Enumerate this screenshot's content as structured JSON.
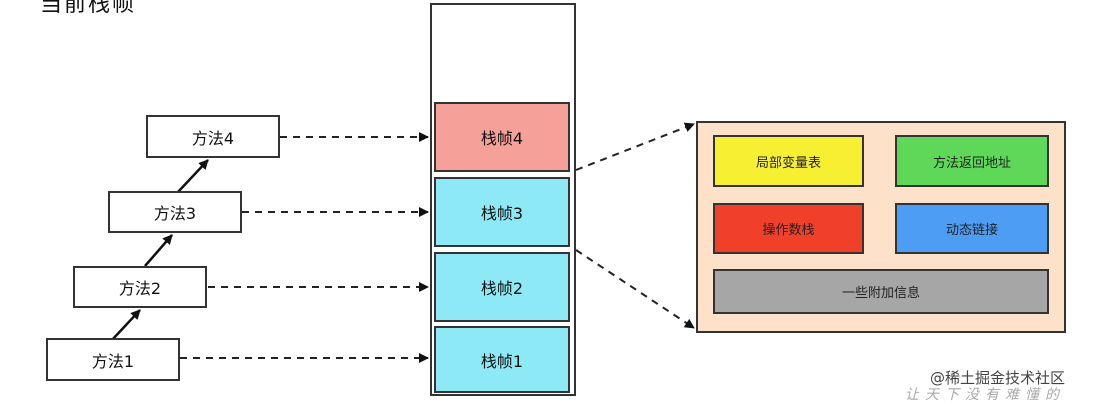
{
  "header_cut_text": "当前栈帧",
  "methods": [
    {
      "label": "方法1"
    },
    {
      "label": "方法2"
    },
    {
      "label": "方法3"
    },
    {
      "label": "方法4"
    }
  ],
  "frames": [
    {
      "label": "栈帧1",
      "color": "#8ce9f5"
    },
    {
      "label": "栈帧2",
      "color": "#8ce9f5"
    },
    {
      "label": "栈帧3",
      "color": "#8ce9f5"
    },
    {
      "label": "栈帧4",
      "color": "#f5a19a"
    }
  ],
  "frame_detail": {
    "background": "#fde1c8",
    "local_variables": {
      "label": "局部变量表",
      "color": "#f7f032"
    },
    "return_address": {
      "label": "方法返回地址",
      "color": "#5fd85a"
    },
    "operand_stack": {
      "label": "操作数栈",
      "color": "#f0402a"
    },
    "dynamic_linking": {
      "label": "动态链接",
      "color": "#4d9df5"
    },
    "extra_info": {
      "label": "一些附加信息",
      "color": "#a6a6a6"
    }
  },
  "watermark": {
    "text": "@稀土掘金技术社区",
    "sub": "让天下没有难懂的"
  }
}
